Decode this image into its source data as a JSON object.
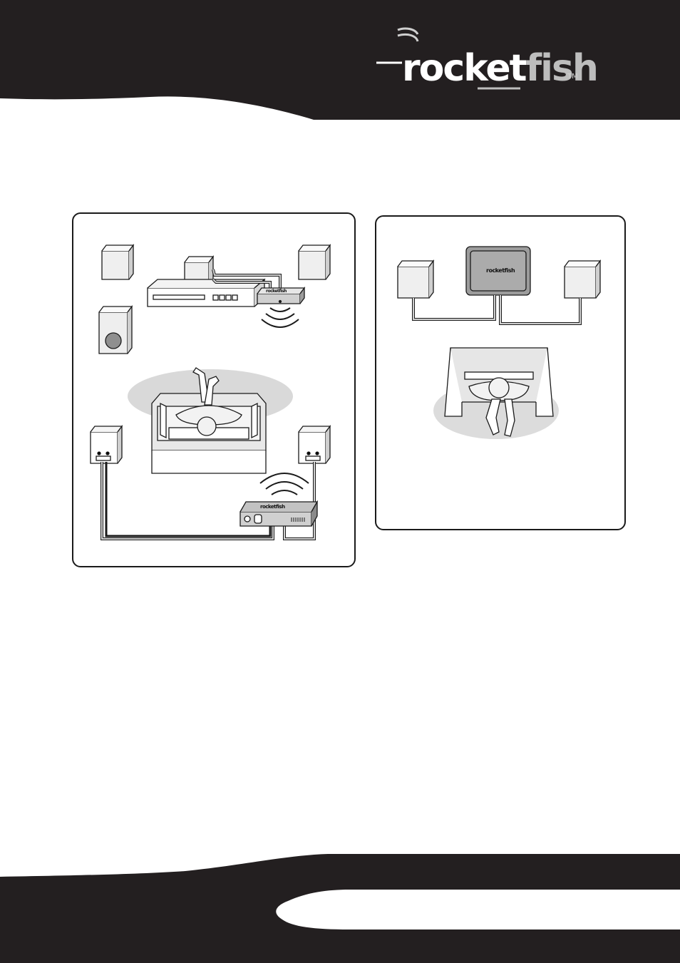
{
  "brand": {
    "logo_word_main": "rocket",
    "logo_word_accent": "fish",
    "trademark": "TM",
    "device_label": "rocketfish"
  },
  "figures": {
    "left": {
      "description_icons": [
        "speaker-icon",
        "subwoofer-icon",
        "receiver-icon",
        "transmitter-icon",
        "wireless-signal-icon",
        "sofa-icon",
        "listener-icon",
        "amplifier-icon"
      ]
    },
    "right": {
      "description_icons": [
        "speaker-icon",
        "wireless-receiver-icon",
        "chair-icon",
        "listener-icon"
      ]
    }
  },
  "colors": {
    "header_band": "#231f20",
    "line_art": "#1a1a1a",
    "floor_gray": "#d9d9d9",
    "device_gray": "#9c9c9c"
  }
}
